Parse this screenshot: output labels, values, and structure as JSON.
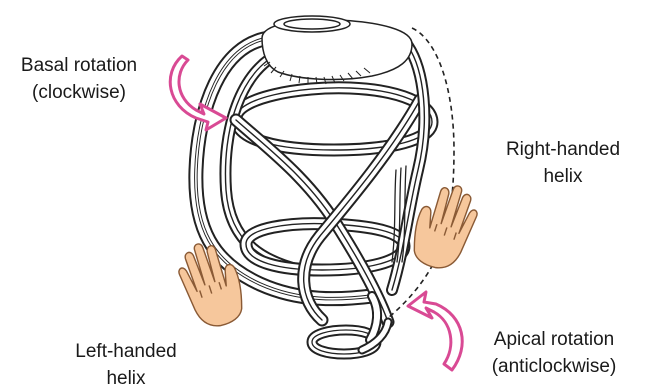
{
  "labels": {
    "basal": {
      "line1": "Basal rotation",
      "line2": "(clockwise)"
    },
    "right": {
      "line1": "Right-handed",
      "line2": "helix"
    },
    "apical": {
      "line1": "Apical rotation",
      "line2": "(anticlockwise)"
    },
    "left": {
      "line1": "Left-handed",
      "line2": "helix"
    }
  },
  "colors": {
    "arrow": "#d94a94",
    "hand_fill": "#f6c79c",
    "hand_stroke": "#8a5a35",
    "band_stroke": "#222222",
    "band_fill": "#ffffff",
    "text": "#1a1a1a"
  },
  "icons": [
    "clockwise-arrow-icon",
    "anticlockwise-arrow-icon",
    "right-hand-icon",
    "left-hand-icon"
  ]
}
